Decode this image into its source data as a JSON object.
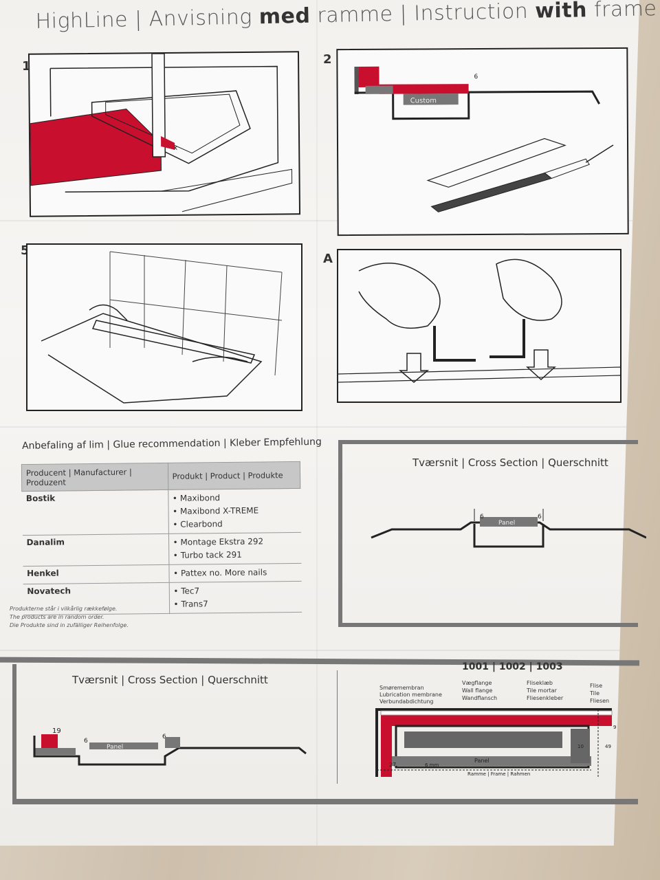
{
  "header": {
    "part1": "HighLine | Anvisning ",
    "part2_bold": "med",
    "part3": " ramme | Instruction ",
    "part4_bold": "with",
    "part5": " frame | A"
  },
  "steps": {
    "s1": "1",
    "s2": "2",
    "s5": "5",
    "sA": "A"
  },
  "step2_labels": {
    "custom": "Custom",
    "six": "6"
  },
  "glue": {
    "title": "Anbefaling af lim | Glue recommendation | Kleber Empfehlung",
    "headers": [
      "Producent | Manufacturer | Produzent",
      "Produkt | Product | Produkte"
    ],
    "rows": [
      {
        "maker": "Bostik",
        "products": [
          "Maxibond",
          "Maxibond X-TREME",
          "Clearbond"
        ]
      },
      {
        "maker": "Danalim",
        "products": [
          "Montage Ekstra 292",
          "Turbo tack 291"
        ]
      },
      {
        "maker": "Henkel",
        "products": [
          "Pattex no. More nails"
        ]
      },
      {
        "maker": "Novatech",
        "products": [
          "Tec7",
          "Trans7"
        ]
      }
    ],
    "notes": [
      "Produkterne står i vilkårlig rækkefølge.",
      "The products are in random order.",
      "Die Produkte sind in zufälliger Reihenfolge."
    ]
  },
  "cross_section_right": {
    "title": "Tværsnit | Cross Section | Querschnitt",
    "left_dim": "6",
    "right_dim": "6",
    "panel": "Panel"
  },
  "cross_section_bottom": {
    "title": "Tværsnit | Cross Section | Querschnitt",
    "dim_19": "19",
    "dim_6a": "6",
    "dim_6b": "6",
    "panel": "Panel"
  },
  "detail": {
    "models": "1001 | 1002 | 1003",
    "col1": [
      "Smøremembran",
      "Lubrication membrane",
      "Verbundabdichtung"
    ],
    "col2": [
      "Vægflange",
      "Wall flange",
      "Wandflansch"
    ],
    "col3": [
      "Fliseklæb",
      "Tile mortar",
      "Fliesenkleber"
    ],
    "col4": [
      "Flise",
      "Tile",
      "Fliesen"
    ],
    "dim_27": "27",
    "dim_6mm": "6 mm",
    "dim_10": "10",
    "dim_9": "9",
    "dim_49": "49",
    "panel": "Panel",
    "frame": "Ramme | Frame | Rahmen"
  },
  "colors": {
    "red": "#c8102e",
    "gray": "#6f6f6f",
    "line": "#222222"
  }
}
